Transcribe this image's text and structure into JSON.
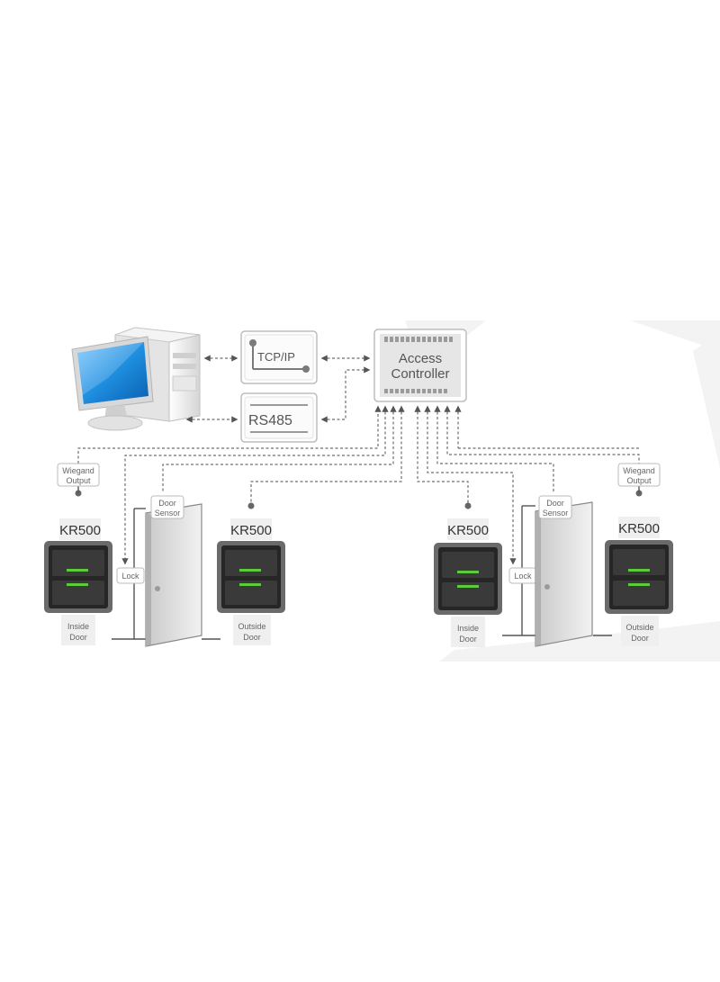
{
  "network": {
    "tcpip_label": "TCP/IP",
    "rs485_label": "RS485"
  },
  "controller": {
    "line1": "Access",
    "line2": "Controller"
  },
  "left_group": {
    "wiegand_line1": "Wiegand",
    "wiegand_line2": "Output",
    "door_sensor_line1": "Door",
    "door_sensor_line2": "Sensor",
    "lock_label": "Lock",
    "reader_inside_model": "KR500",
    "reader_outside_model": "KR500",
    "inside_line1": "Inside",
    "inside_line2": "Door",
    "outside_line1": "Outside",
    "outside_line2": "Door"
  },
  "right_group": {
    "wiegand_line1": "Wiegand",
    "wiegand_line2": "Output",
    "door_sensor_line1": "Door",
    "door_sensor_line2": "Sensor",
    "lock_label": "Lock",
    "reader_inside_model": "KR500",
    "reader_outside_model": "KR500",
    "inside_line1": "Inside",
    "inside_line2": "Door",
    "outside_line1": "Outside",
    "outside_line2": "Door"
  },
  "colors": {
    "screen_blue": "#1f8fe0",
    "indicator_green": "#5ecb3a",
    "reader_dark": "#2b2b2b",
    "line_gray": "#6e6e6e"
  }
}
